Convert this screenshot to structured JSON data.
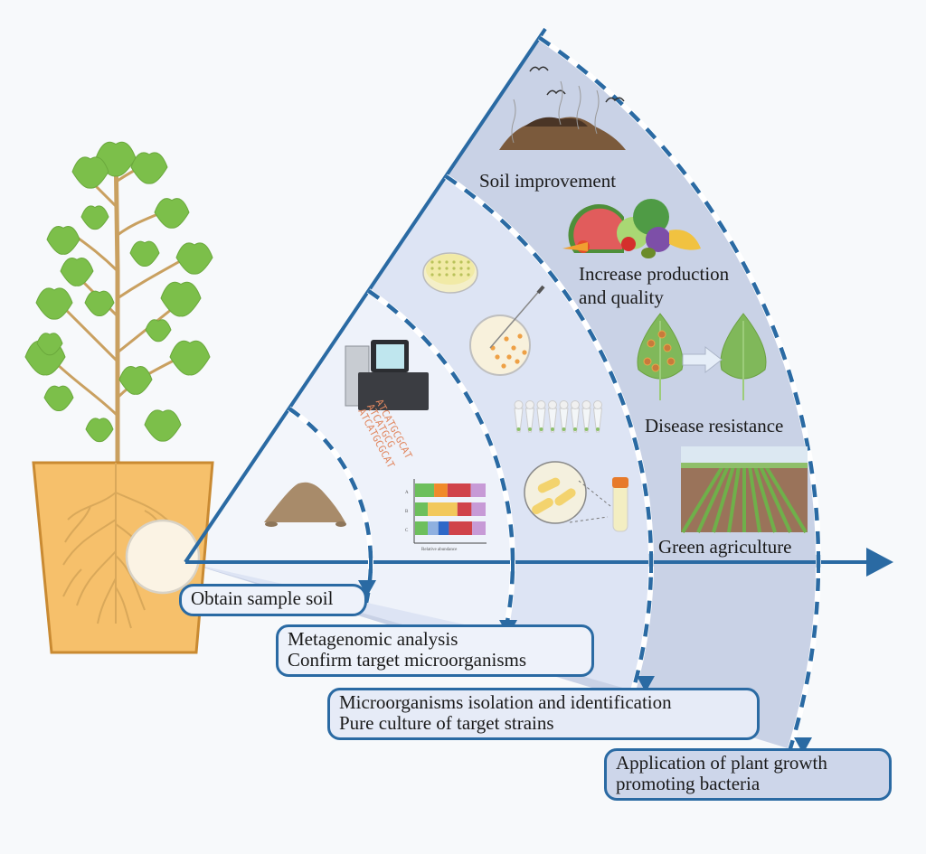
{
  "diagram": {
    "title": "Workflow for obtaining and applying plant growth promoting bacteria",
    "colors": {
      "line": "#2a6aa3",
      "band_inner": "#eef2fa",
      "band_middle": "#dde4f4",
      "band_outer": "#c9d2e6",
      "leaf_green": "#7cbf4a",
      "pot_fill": "#f6c06b",
      "pot_stroke": "#c98a32",
      "stem": "#c9a060"
    },
    "stages": [
      {
        "id": "sample",
        "lines": [
          "Obtain sample soil"
        ],
        "icons": [
          "soil-pile-icon",
          "root-zone-magnifier-icon"
        ]
      },
      {
        "id": "metagenomic",
        "lines": [
          "Metagenomic analysis",
          "Confirm target microorganisms"
        ],
        "icons": [
          "sequencer-icon",
          "dna-sequence-icon",
          "abundance-bar-chart-icon"
        ]
      },
      {
        "id": "isolation",
        "lines": [
          "Microorganisms isolation and identification",
          "Pure culture of target strains"
        ],
        "icons": [
          "petri-dish-icon",
          "inoculating-loop-icon",
          "pcr-tubes-icon",
          "bacteria-microscope-icon",
          "culture-tube-icon"
        ]
      },
      {
        "id": "application",
        "lines": [
          "Application of plant growth",
          "promoting bacteria"
        ],
        "icons": [
          "compost-icon",
          "produce-icon",
          "leaf-disease-icon",
          "field-icon"
        ]
      }
    ],
    "benefits": [
      {
        "label": "Soil improvement"
      },
      {
        "label": "Increase production",
        "label2": "and quality"
      },
      {
        "label": "Disease resistance"
      },
      {
        "label": "Green agriculture"
      }
    ],
    "dna_text": [
      "ATCATGCGCAT",
      "ATCATGCG",
      "ATCATGCGCAT"
    ],
    "abundance_chart": {
      "rows": [
        "A",
        "B",
        "C"
      ],
      "xlabel": "Relative abundance",
      "segments": [
        [
          {
            "c": "#6dbf5c",
            "v": 0.27
          },
          {
            "c": "#f08a2a",
            "v": 0.19
          },
          {
            "c": "#d0434a",
            "v": 0.33
          },
          {
            "c": "#c79ad6",
            "v": 0.21
          }
        ],
        [
          {
            "c": "#6dbf5c",
            "v": 0.18
          },
          {
            "c": "#f2c85c",
            "v": 0.42
          },
          {
            "c": "#d0434a",
            "v": 0.2
          },
          {
            "c": "#c79ad6",
            "v": 0.2
          }
        ],
        [
          {
            "c": "#6dbf5c",
            "v": 0.18
          },
          {
            "c": "#8fb0e0",
            "v": 0.15
          },
          {
            "c": "#2e68c8",
            "v": 0.15
          },
          {
            "c": "#d0434a",
            "v": 0.33
          },
          {
            "c": "#c79ad6",
            "v": 0.19
          }
        ]
      ]
    }
  }
}
